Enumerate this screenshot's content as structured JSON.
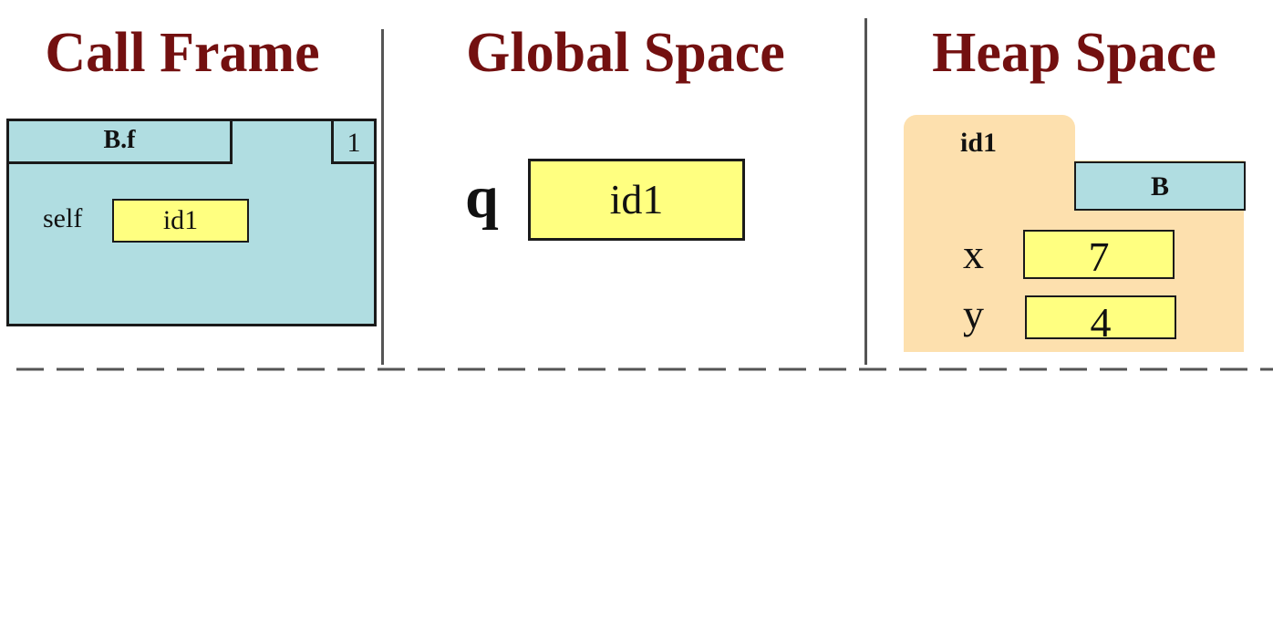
{
  "colors": {
    "heading": "#731010",
    "frame_fill": "#b0dde1",
    "value_fill": "#ffff80",
    "heap_fill": "#fde0ae",
    "divider": "#555555",
    "border": "#1a1a1a"
  },
  "headings": {
    "call_frame": "Call Frame",
    "global_space": "Global Space",
    "heap_space": "Heap Space"
  },
  "call_frame": {
    "name": "B.f",
    "line_number": "1",
    "variables": [
      {
        "name": "self",
        "value": "id1"
      }
    ]
  },
  "global_space": {
    "variables": [
      {
        "name": "q",
        "value": "id1"
      }
    ]
  },
  "heap_space": {
    "objects": [
      {
        "id": "id1",
        "class": "B",
        "fields": [
          {
            "name": "x",
            "value": "7"
          },
          {
            "name": "y",
            "value": "4"
          }
        ]
      }
    ]
  }
}
